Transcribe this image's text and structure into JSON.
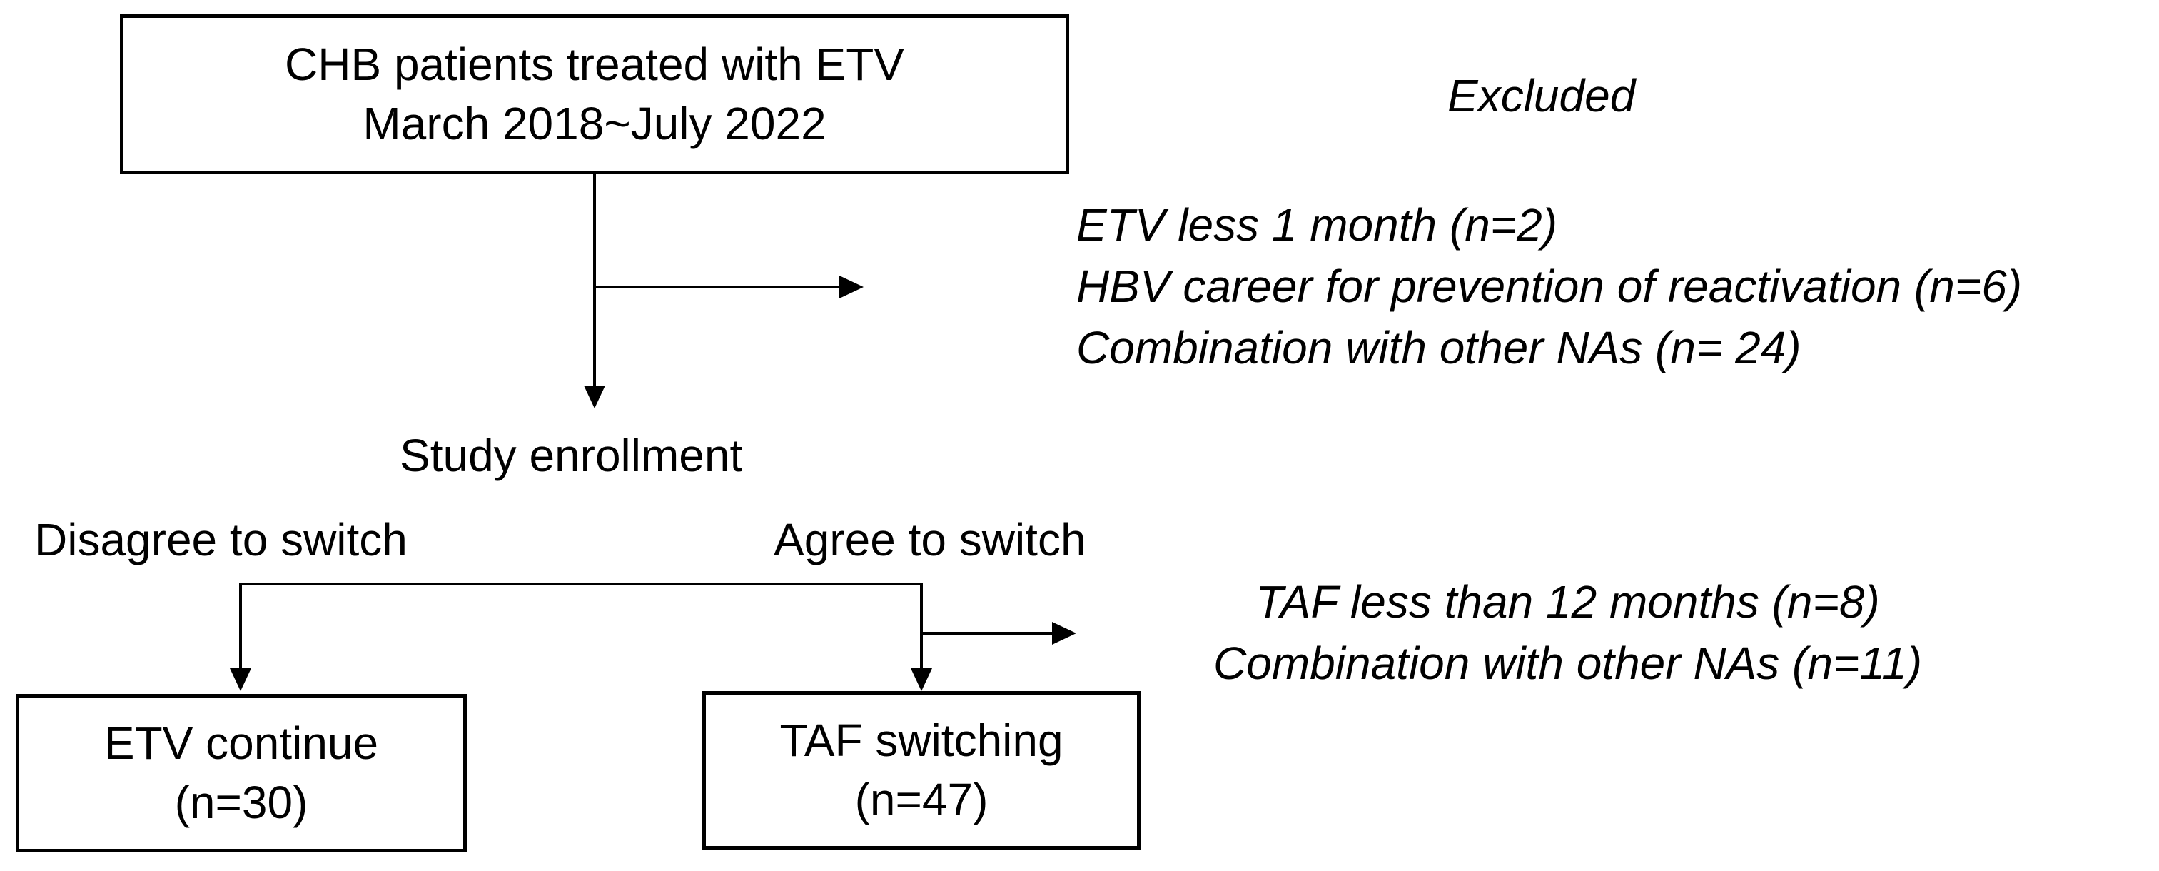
{
  "top_box": {
    "line1": "CHB patients treated with ETV",
    "line2": "March 2018~July 2022"
  },
  "excluded_heading": "Excluded",
  "first_exclusions": [
    "ETV less 1 month (n=2)",
    "HBV career for prevention of reactivation (n=6)",
    "Combination with other NAs (n= 24)"
  ],
  "enrollment_label": "Study enrollment",
  "disagree_label": "Disagree to switch",
  "agree_label": "Agree to switch",
  "second_exclusions": [
    "TAF less than 12 months (n=8)",
    "Combination with other NAs (n=11)"
  ],
  "etv_box": {
    "line1": "ETV continue",
    "line2": "(n=30)"
  },
  "taf_box": {
    "line1": "TAF switching",
    "line2": "(n=47)"
  }
}
